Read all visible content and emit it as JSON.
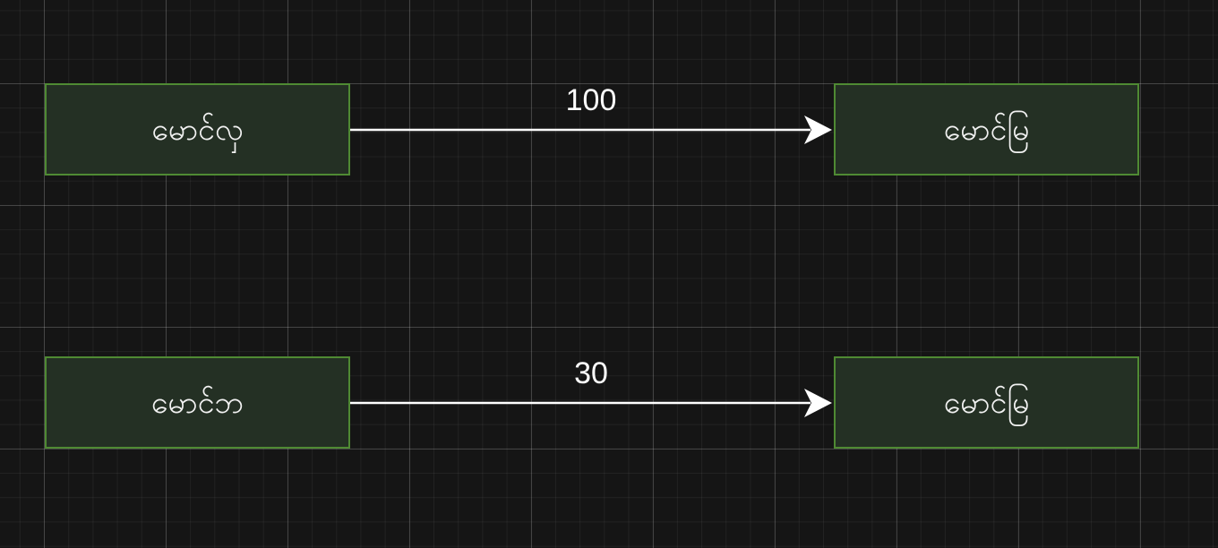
{
  "diagram": {
    "nodes": [
      {
        "id": "a",
        "label": "မောင်လှ"
      },
      {
        "id": "b",
        "label": "မောင်မြ"
      },
      {
        "id": "c",
        "label": "မောင်ဘ"
      },
      {
        "id": "d",
        "label": "မောင်မြ"
      }
    ],
    "edges": [
      {
        "from": "a",
        "to": "b",
        "label": "100"
      },
      {
        "from": "c",
        "to": "d",
        "label": "30"
      }
    ],
    "colors": {
      "background": "#151515",
      "node_fill": "#243024",
      "node_border": "#4f8a33",
      "text": "#f2f2f2",
      "edge": "#ffffff"
    }
  }
}
